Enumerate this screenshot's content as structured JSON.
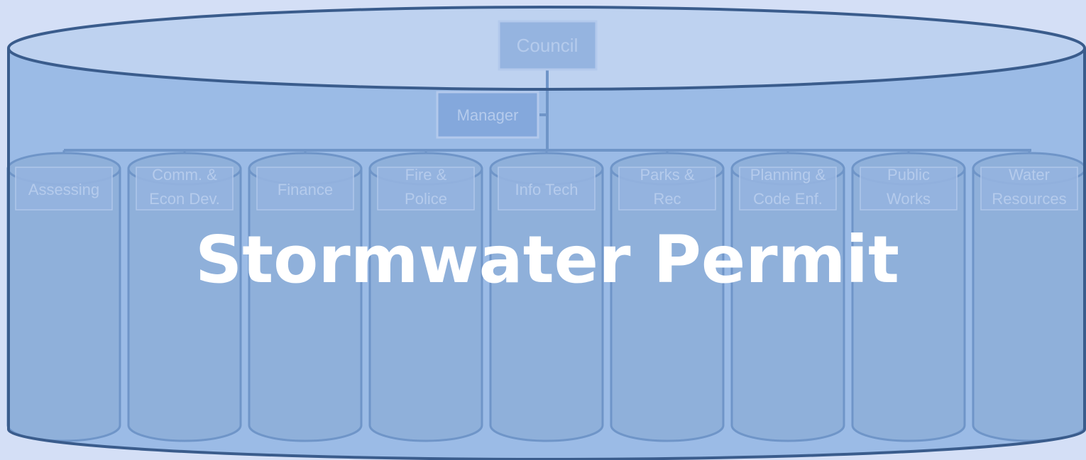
{
  "diagram": {
    "title": "Stormwater Permit",
    "top": {
      "label": "Council"
    },
    "manager": {
      "label": "Manager"
    },
    "departments": [
      {
        "line1": "Assessing",
        "line2": ""
      },
      {
        "line1": "Comm. &",
        "line2": "Econ Dev."
      },
      {
        "line1": "Finance",
        "line2": ""
      },
      {
        "line1": "Fire &",
        "line2": "Police"
      },
      {
        "line1": "Info Tech",
        "line2": ""
      },
      {
        "line1": "Parks &",
        "line2": "Rec"
      },
      {
        "line1": "Planning &",
        "line2": "Code Enf."
      },
      {
        "line1": "Public",
        "line2": "Works"
      },
      {
        "line1": "Water",
        "line2": "Resources"
      }
    ],
    "colors": {
      "background": "#d4dff6",
      "drum_body": "#9bbbe6",
      "drum_top": "#bed2f0",
      "drum_outline": "#3a5c8c",
      "silo_body": "#8fb0da",
      "silo_outline": "#6f95c8",
      "box_fill": "#95b4e0",
      "box_stroke": "#b3c9ec",
      "manager_fill": "#84a8dc",
      "label_text": "#b5cbec",
      "title_text": "#ffffff"
    }
  }
}
